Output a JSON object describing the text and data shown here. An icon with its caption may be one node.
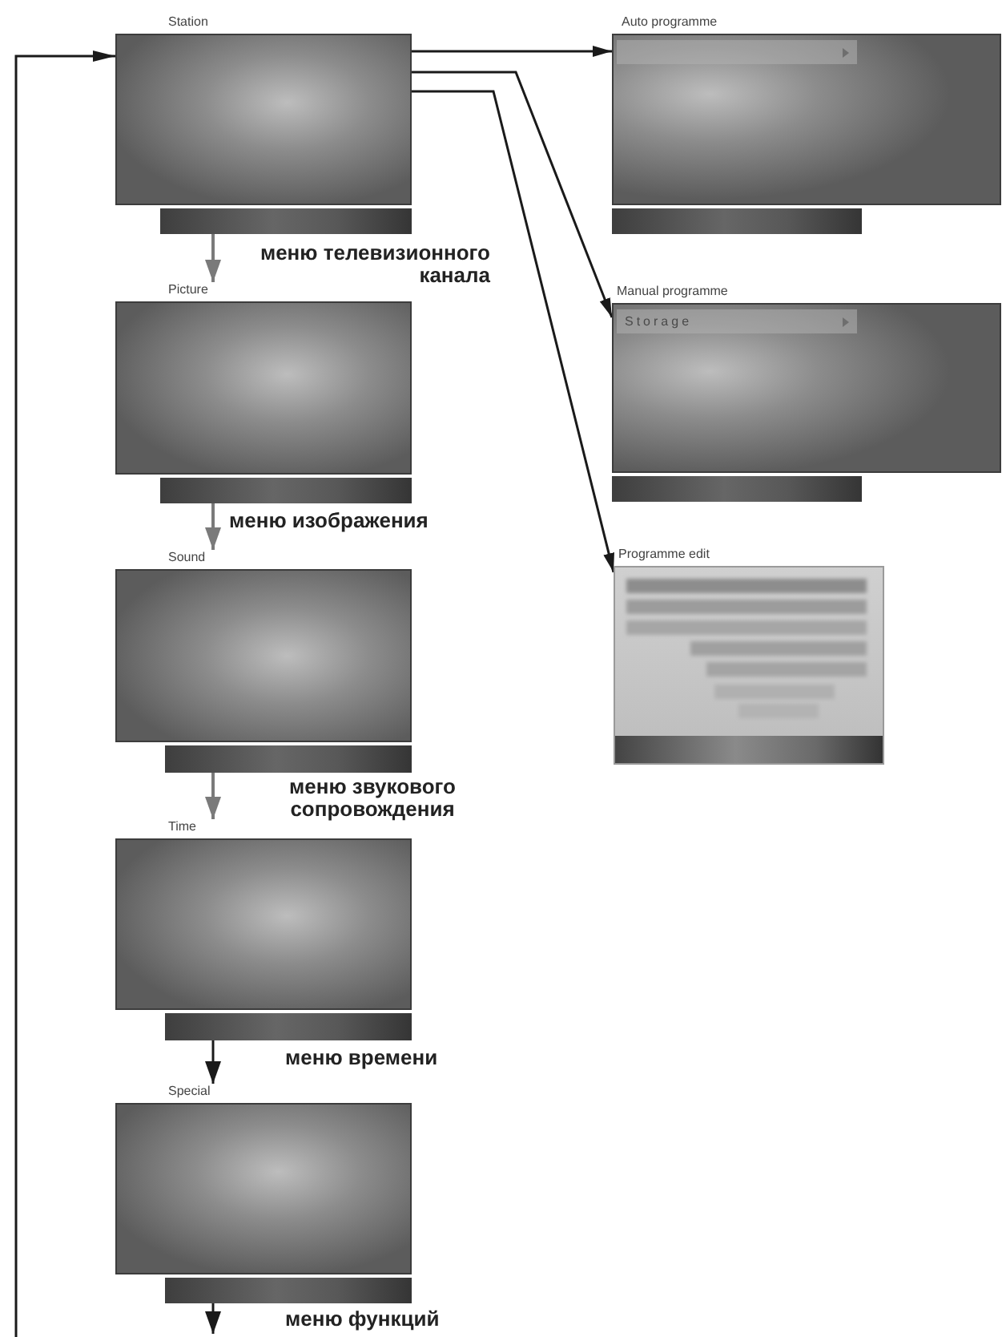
{
  "diagram": {
    "nodes": [
      {
        "text": [
          "Station"
        ]
      },
      {
        "text": [
          "Picture"
        ]
      },
      {
        "text": [
          "Sound"
        ]
      },
      {
        "text": [
          "Time"
        ]
      },
      {
        "text": [
          "Special"
        ]
      },
      {
        "text": [
          "Auto programme"
        ]
      },
      {
        "text": [
          "Manual programme",
          "Storage"
        ]
      },
      {
        "text": [
          "Programme edit"
        ]
      }
    ],
    "edges": [
      {
        "from": 0,
        "to": 1,
        "arrow": "to",
        "label": "меню телевизионного канала",
        "color": "#7a7a7a"
      },
      {
        "from": 1,
        "to": 2,
        "arrow": "to",
        "label": "меню изображения",
        "color": "#7a7a7a"
      },
      {
        "from": 2,
        "to": 3,
        "arrow": "to",
        "label": "меню звукового сопровождения",
        "color": "#7a7a7a"
      },
      {
        "from": 3,
        "to": 4,
        "arrow": "to",
        "label": "меню времени"
      },
      {
        "from": 4,
        "to": null,
        "arrow": "to",
        "label": "меню функций"
      },
      {
        "from": 0,
        "to": 5,
        "arrow": "to"
      },
      {
        "from": 0,
        "to": 6,
        "arrow": "to"
      },
      {
        "from": 0,
        "to": 7,
        "arrow": "to"
      },
      {
        "from": null,
        "to": 0,
        "arrow": "to"
      }
    ]
  }
}
